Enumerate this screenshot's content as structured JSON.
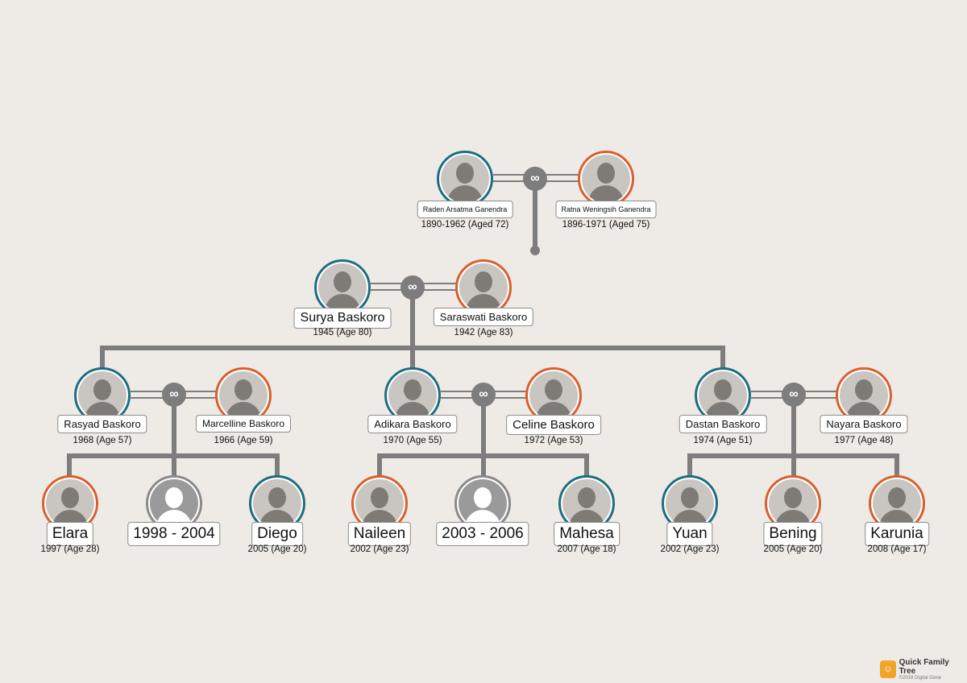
{
  "people": {
    "raden": {
      "name": "Raden Arsatma Ganendra",
      "dates": "1890-1962 (Aged 72)",
      "gender": "m"
    },
    "ratna": {
      "name": "Ratna Weningsih Ganendra",
      "dates": "1896-1971 (Aged 75)",
      "gender": "f"
    },
    "surya": {
      "name": "Surya Baskoro",
      "dates": "1945 (Age 80)",
      "gender": "m"
    },
    "saraswati": {
      "name": "Saraswati Baskoro",
      "dates": "1942 (Age 83)",
      "gender": "f"
    },
    "rasyad": {
      "name": "Rasyad Baskoro",
      "dates": "1968 (Age 57)",
      "gender": "m"
    },
    "marcelline": {
      "name": "Marcelline Baskoro",
      "dates": "1966 (Age 59)",
      "gender": "f"
    },
    "adikara": {
      "name": "Adikara Baskoro",
      "dates": "1970 (Age 55)",
      "gender": "m"
    },
    "celine": {
      "name": "Celine Baskoro",
      "dates": "1972 (Age 53)",
      "gender": "f"
    },
    "dastan": {
      "name": "Dastan  Baskoro",
      "dates": "1974 (Age 51)",
      "gender": "m"
    },
    "nayara": {
      "name": "Nayara Baskoro",
      "dates": "1977 (Age 48)",
      "gender": "f"
    },
    "elara": {
      "name": "Elara",
      "dates": "1997 (Age 28)",
      "gender": "f"
    },
    "unknown1": {
      "name": "1998 - 2004",
      "dates": "",
      "gender": "u"
    },
    "diego": {
      "name": "Diego",
      "dates": "2005 (Age 20)",
      "gender": "m"
    },
    "naileen": {
      "name": "Naileen",
      "dates": "2002 (Age 23)",
      "gender": "f"
    },
    "unknown2": {
      "name": "2003 - 2006",
      "dates": "",
      "gender": "u"
    },
    "mahesa": {
      "name": "Mahesa",
      "dates": "2007 (Age 18)",
      "gender": "m"
    },
    "yuan": {
      "name": "Yuan",
      "dates": "2002 (Age 23)",
      "gender": "m"
    },
    "bening": {
      "name": "Bening",
      "dates": "2005 (Age 20)",
      "gender": "f"
    },
    "karunia": {
      "name": "Karunia",
      "dates": "2008 (Age 17)",
      "gender": "f"
    }
  },
  "colors": {
    "male": "#1f6e80",
    "female": "#d9602d",
    "unknown": "#8a8a8a",
    "connector": "#7d7d7d",
    "background": "#eeebe7"
  },
  "union_icon": "link-icon",
  "branding": {
    "name": "Quick Family Tree",
    "copyright": "©2018 Digital Gene"
  }
}
